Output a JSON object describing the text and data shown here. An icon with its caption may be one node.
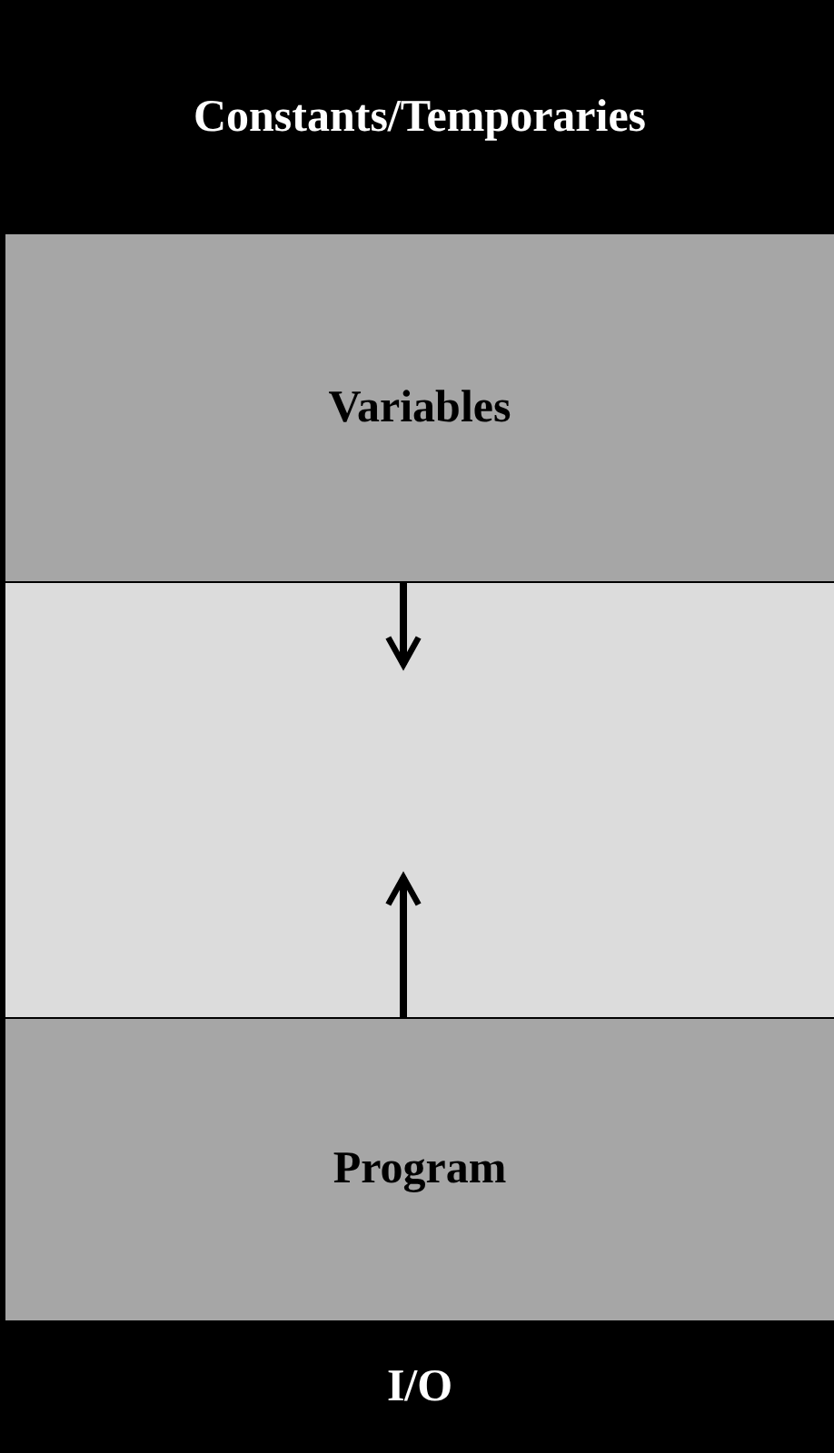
{
  "diagram": {
    "nodes": [
      {
        "text": [
          "Constants/Temporaries"
        ]
      },
      {
        "text": [
          "Variables"
        ]
      },
      {
        "text": [],
        "shape": "box"
      },
      {
        "text": [
          "Program"
        ]
      },
      {
        "text": [
          "I/O"
        ]
      }
    ],
    "edges": [
      {
        "from": 1,
        "to": 2,
        "arrow": "to"
      },
      {
        "from": 3,
        "to": 2,
        "arrow": "to"
      }
    ]
  }
}
